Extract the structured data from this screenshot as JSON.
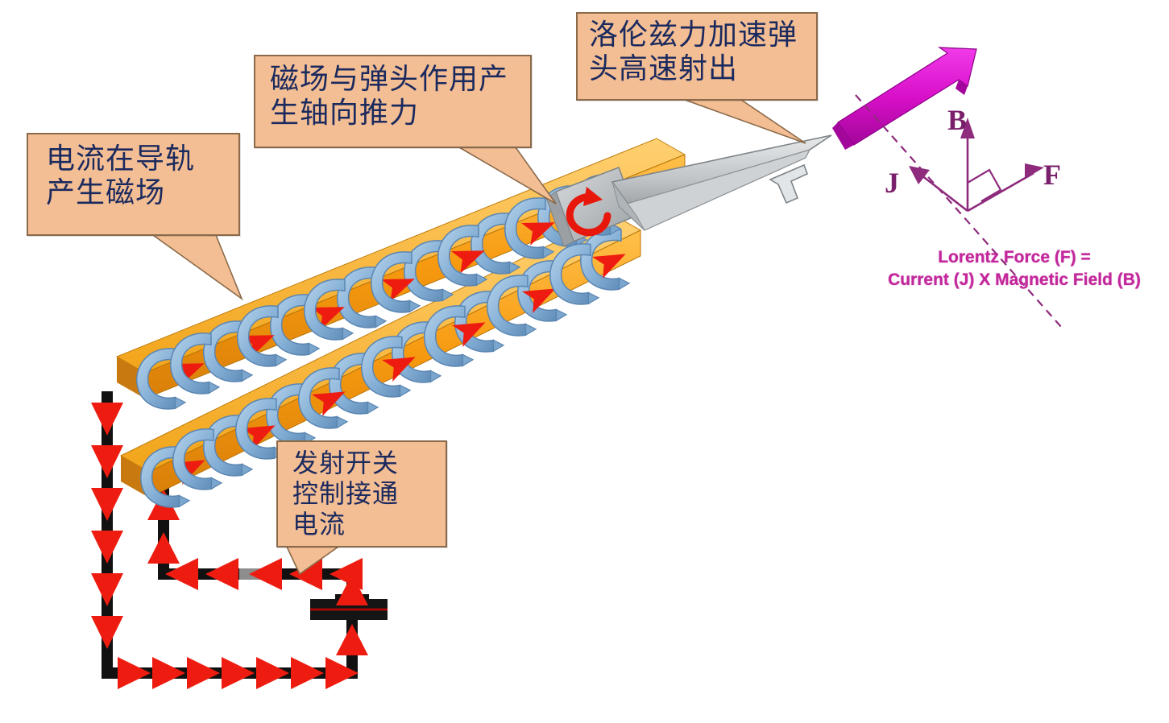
{
  "diagram": {
    "title": "Railgun Lorentz force schematic",
    "colors": {
      "callout_fill": "#F4BE94",
      "callout_border": "#8a6a4a",
      "callout_text": "#1b2a5e",
      "rail_top": "#FFB22B",
      "rail_body": "#F59A12",
      "rail_shadow": "#C87A10",
      "current_arrow": "#EE1C10",
      "field_coil": "#8FB8DC",
      "field_coil_dark": "#6E9CC4",
      "projectile": "#BFC3C6",
      "projectile_dark": "#8E9396",
      "wire": "#111111",
      "battery": "#C40000",
      "lorentz_magenta": "#D910C9",
      "vector_purple": "#8E2B7C",
      "caption_pink": "#C2279B",
      "switch_gray": "#8d8d8d"
    }
  },
  "callouts": [
    {
      "id": "current-generates-field",
      "text": "电流在导轨\n产生磁场"
    },
    {
      "id": "field-acts-on-projectile",
      "text": "磁场与弹头作用产\n生轴向推力"
    },
    {
      "id": "lorentz-accelerates-projectile",
      "text": "洛伦兹力加速弹\n头高速射出"
    },
    {
      "id": "launch-switch",
      "text": "发射开关\n控制接通\n电流"
    }
  ],
  "vector_diagram": {
    "labels": {
      "b": "B",
      "j": "J",
      "f": "F"
    },
    "caption_line1": "Lorentz Force (F) =",
    "caption_line2": "Current (J) X Magnetic Field (B)"
  },
  "components": {
    "rail_upper": "upper-conducting-rail",
    "rail_lower": "lower-conducting-rail",
    "armature": "sliding-armature",
    "projectile": "projectile-blade",
    "battery": "dc-power-source",
    "switch": "launch-switch",
    "circuit": "current-return-loop",
    "exit_arrow": "projectile-exit-arrow"
  }
}
